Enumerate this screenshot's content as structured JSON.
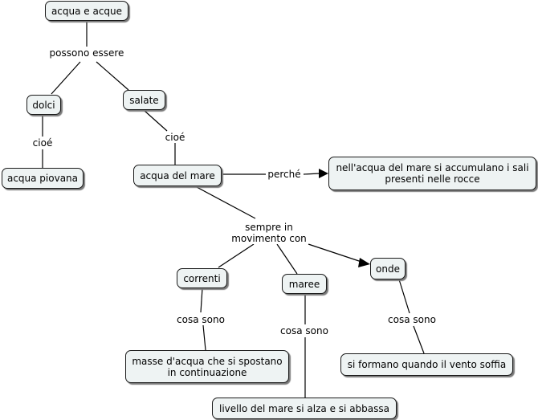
{
  "nodes": {
    "acqua_e_acque": "acqua e acque",
    "dolci": "dolci",
    "salate": "salate",
    "acqua_piovana": "acqua piovana",
    "acqua_del_mare": "acqua del mare",
    "accumulo_sali": "nell'acqua del mare si accumulano i  sali\npresenti nelle rocce",
    "correnti": "correnti",
    "maree": "maree",
    "onde": "onde",
    "masse_acqua": "masse d'acqua che si spostano\nin continuazione",
    "livello_mare": "livello del mare si alza e si abbassa",
    "vento": "si formano quando il vento soffia"
  },
  "links": {
    "possono_essere": "possono essere",
    "cioe_1": "cioé",
    "cioe_2": "cioé",
    "perche": "perché",
    "sempre_in_movimento": "sempre in\nmovimento con",
    "cosa_sono_1": "cosa sono",
    "cosa_sono_2": "cosa sono",
    "cosa_sono_3": "cosa sono"
  }
}
